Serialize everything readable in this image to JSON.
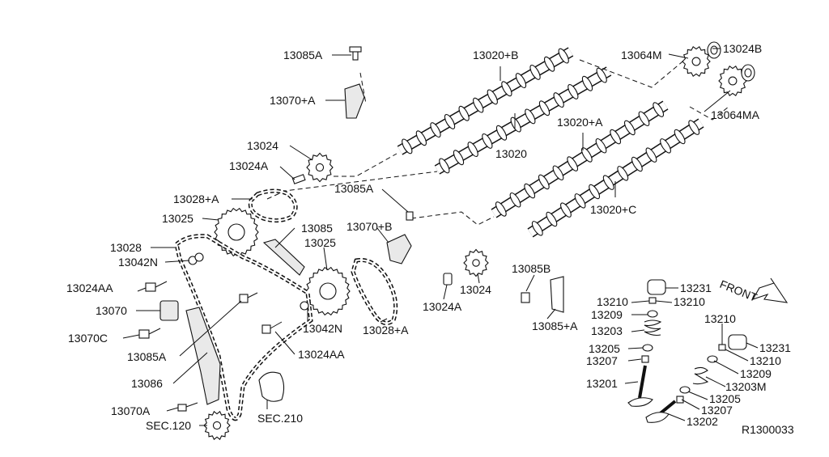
{
  "diagram": {
    "ref_code": "R1300033",
    "direction_label": "FRONT",
    "labels": {
      "l_13085A_top": "13085A",
      "l_13070A_top": "13070+A",
      "l_13020B": "13020+B",
      "l_13064M": "13064M",
      "l_13024B": "13024B",
      "l_13064MA": "13064MA",
      "l_13020": "13020",
      "l_13020A": "13020+A",
      "l_13020C": "13020+C",
      "l_13024_top": "13024",
      "l_13024A_top": "13024A",
      "l_13028A_top": "13028+A",
      "l_13025_left": "13025",
      "l_13085_mid": "13085",
      "l_13025_right": "13025",
      "l_13085A_mid": "13085A",
      "l_13070B": "13070+B",
      "l_13028": "13028",
      "l_13042N_left": "13042N",
      "l_13024AA_left": "13024AA",
      "l_13070": "13070",
      "l_13070C": "13070C",
      "l_13085A_low": "13085A",
      "l_13086": "13086",
      "l_13070A_low": "13070A",
      "l_SEC120": "SEC.120",
      "l_SEC210": "SEC.210",
      "l_13042N_right": "13042N",
      "l_13024AA_right": "13024AA",
      "l_13028A_low": "13028+A",
      "l_13024_low": "13024",
      "l_13024A_low": "13024A",
      "l_13085B": "13085B",
      "l_13085A_bracket": "13085+A",
      "l_13231_a": "13231",
      "l_13210_a": "13210",
      "l_13210_b": "13210",
      "l_13209_a": "13209",
      "l_13203": "13203",
      "l_13205_a": "13205",
      "l_13207_a": "13207",
      "l_13201": "13201",
      "l_13210_c": "13210",
      "l_13231_b": "13231",
      "l_13210_d": "13210",
      "l_13209_b": "13209",
      "l_13203M": "13203M",
      "l_13205_b": "13205",
      "l_13207_b": "13207",
      "l_13202": "13202"
    }
  }
}
